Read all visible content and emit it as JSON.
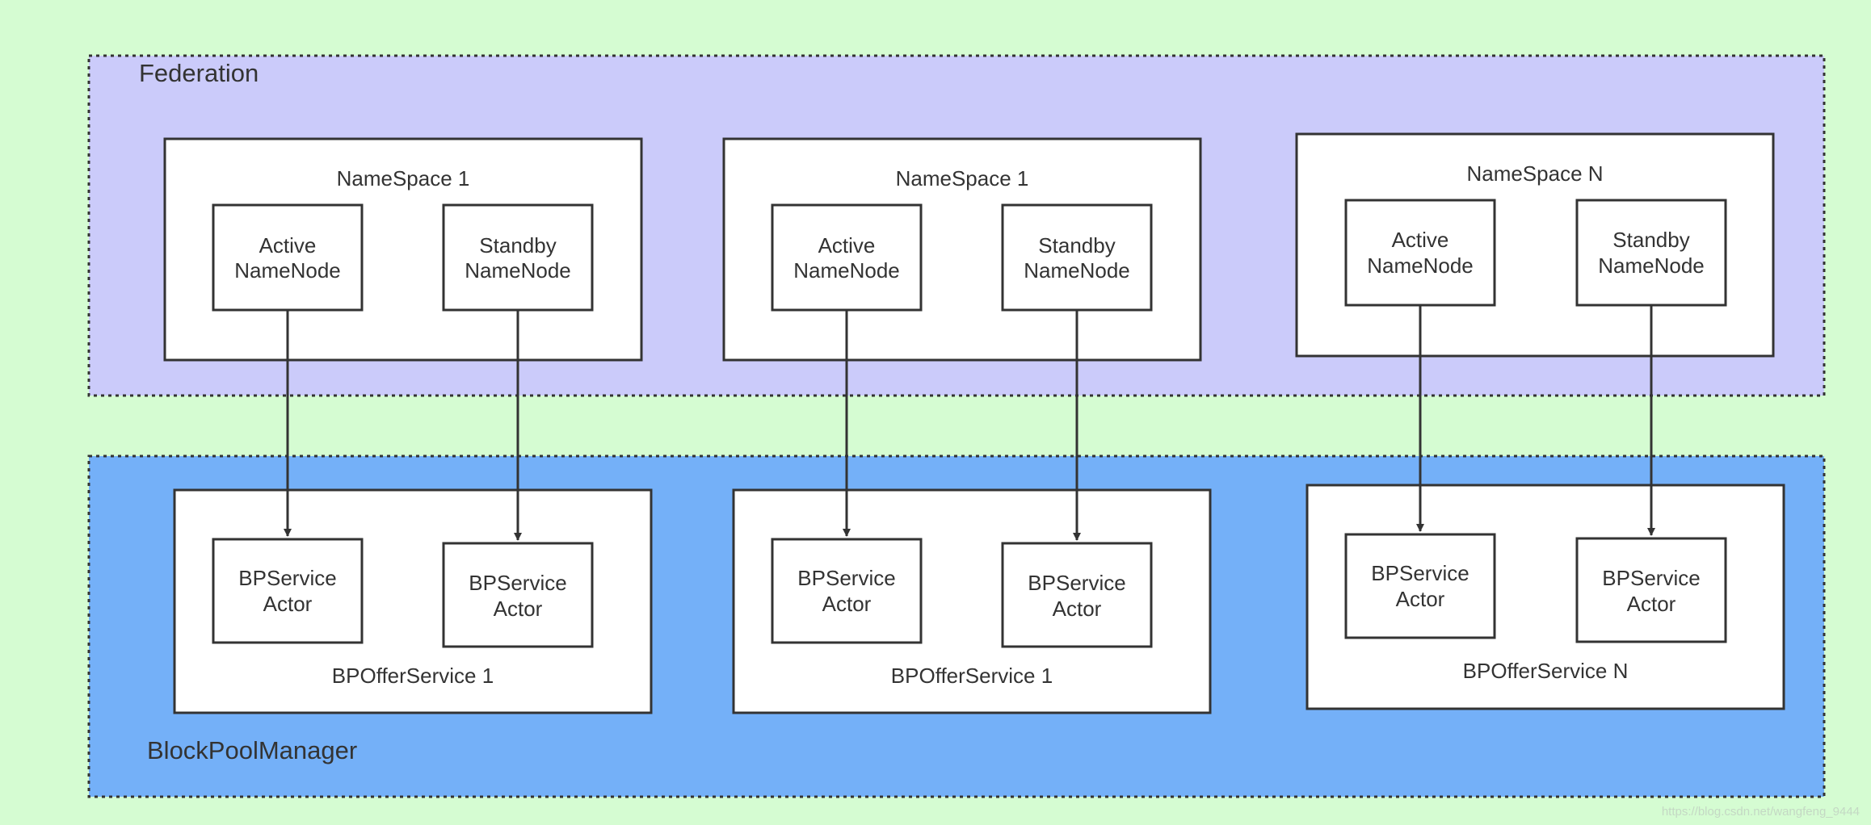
{
  "colors": {
    "background": "#d5fcd2",
    "federation_fill": "#cbcbfa",
    "blockpool_fill": "#74b0f8",
    "box_fill": "#ffffff",
    "stroke": "#333333"
  },
  "federation": {
    "label": "Federation",
    "namespaces": [
      {
        "title": "NameSpace 1",
        "active": [
          "Active",
          "NameNode"
        ],
        "standby": [
          "Standby",
          "NameNode"
        ]
      },
      {
        "title": "NameSpace 1",
        "active": [
          "Active",
          "NameNode"
        ],
        "standby": [
          "Standby",
          "NameNode"
        ]
      },
      {
        "title": "NameSpace N",
        "active": [
          "Active",
          "NameNode"
        ],
        "standby": [
          "Standby",
          "NameNode"
        ]
      }
    ]
  },
  "blockpool": {
    "label": "BlockPoolManager",
    "offer_services": [
      {
        "title": "BPOfferService 1",
        "actors": [
          [
            "BPService",
            "Actor"
          ],
          [
            "BPService",
            "Actor"
          ]
        ]
      },
      {
        "title": "BPOfferService 1",
        "actors": [
          [
            "BPService",
            "Actor"
          ],
          [
            "BPService",
            "Actor"
          ]
        ]
      },
      {
        "title": "BPOfferService N",
        "actors": [
          [
            "BPService",
            "Actor"
          ],
          [
            "BPService",
            "Actor"
          ]
        ]
      }
    ]
  },
  "watermark": "https://blog.csdn.net/wangfeng_9444"
}
